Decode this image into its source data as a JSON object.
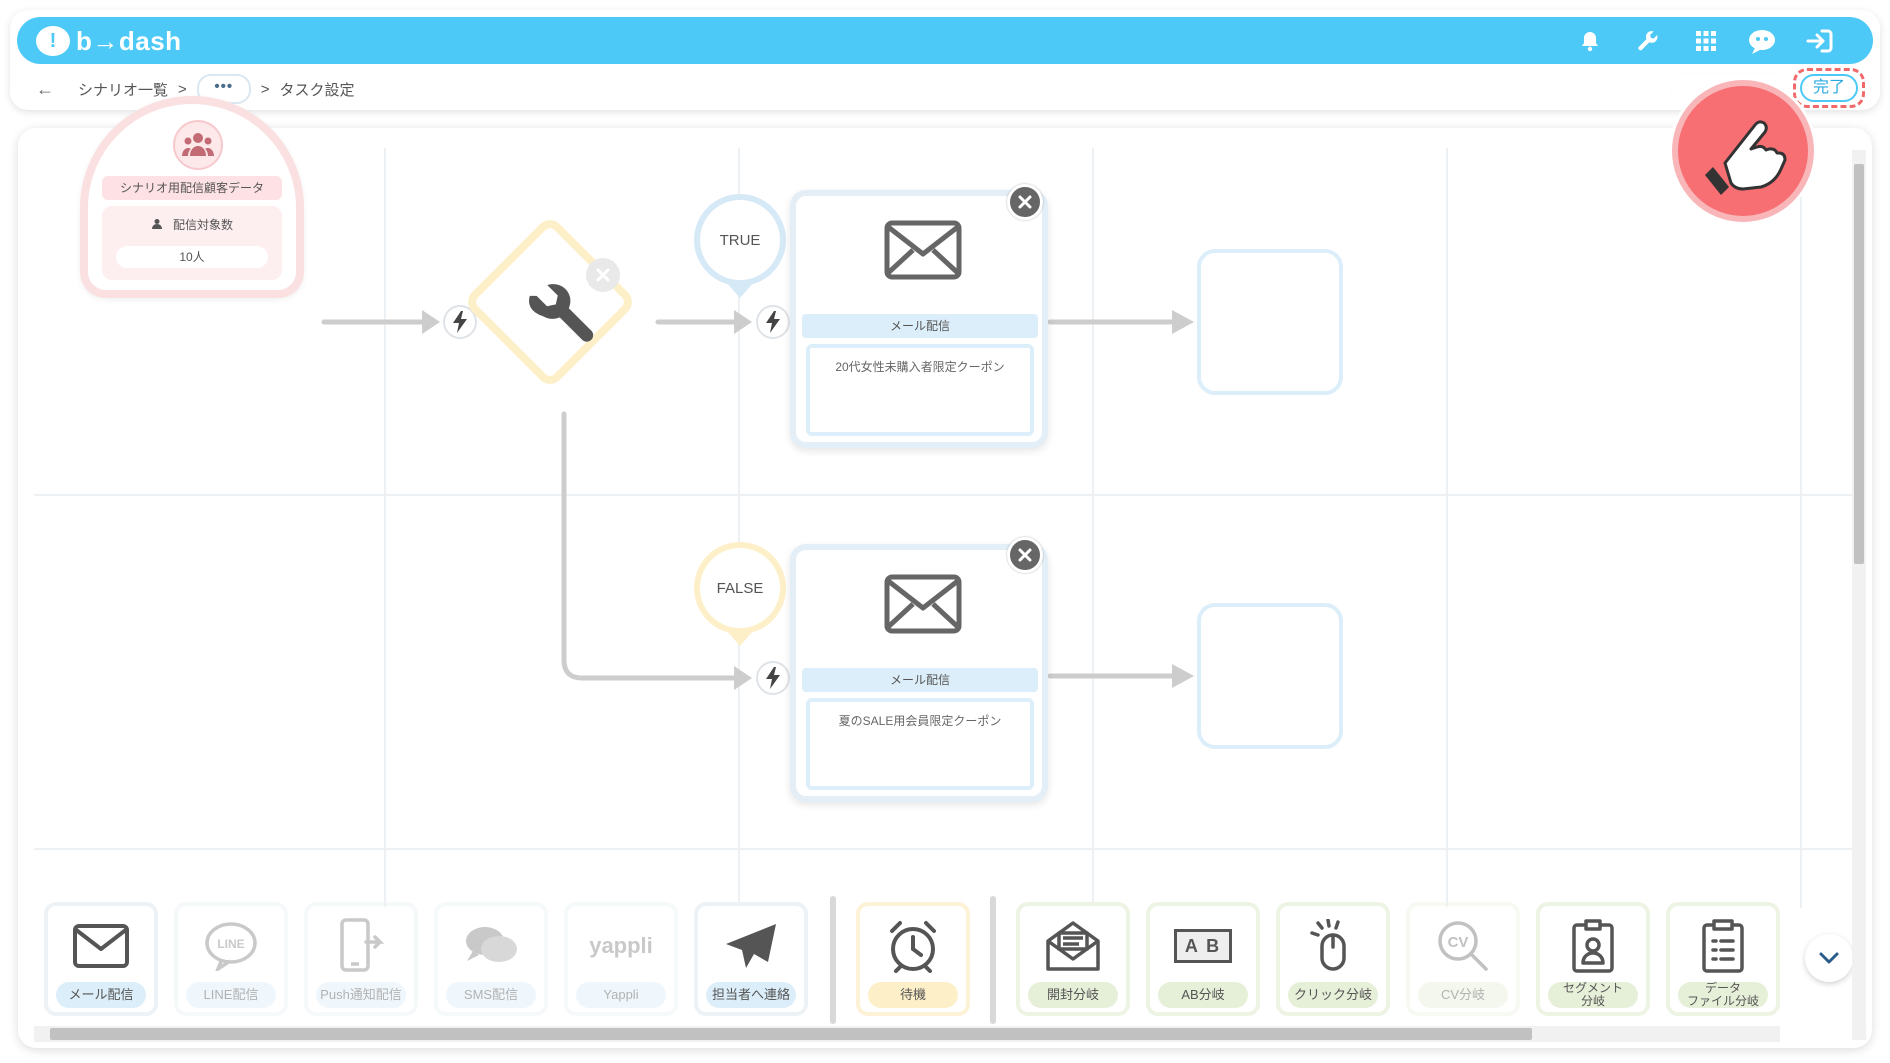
{
  "app": {
    "logo_text": "b→dash"
  },
  "header": {
    "icons": [
      "bell-icon",
      "wrench-icon",
      "grid-icon",
      "chatbot-icon",
      "logout-icon"
    ],
    "accent_color": "#4cc9f6"
  },
  "breadcrumb": {
    "back_icon": "←",
    "item1": "シナリオ一覧",
    "sep": ">",
    "ellipsis": "•••",
    "item3": "タスク設定"
  },
  "actions": {
    "done_label": "完了"
  },
  "flow": {
    "start_node": {
      "title": "シナリオ用配信顧客データ",
      "count_label": "配信対象数",
      "count_value": "10人"
    },
    "condition_true": "TRUE",
    "condition_false": "FALSE",
    "mail_true": {
      "type_label": "メール配信",
      "content": "20代女性未購入者限定クーポン"
    },
    "mail_false": {
      "type_label": "メール配信",
      "content": "夏のSALE用会員限定クーポン"
    }
  },
  "toolbar": {
    "items": [
      {
        "label": "メール配信",
        "icon": "mail-icon"
      },
      {
        "label": "LINE配信",
        "icon": "line-icon"
      },
      {
        "label": "Push通知配信",
        "icon": "push-icon"
      },
      {
        "label": "SMS配信",
        "icon": "sms-icon"
      },
      {
        "label": "Yappli",
        "icon": "yappli-icon",
        "icon_text": "yappli"
      },
      {
        "label": "担当者へ連絡",
        "icon": "paper-plane-icon"
      },
      {
        "label": "待機",
        "icon": "alarm-clock-icon"
      },
      {
        "label": "開封分岐",
        "icon": "open-mail-icon"
      },
      {
        "label": "AB分岐",
        "icon": "ab-icon",
        "icon_text": "A B"
      },
      {
        "label": "クリック分岐",
        "icon": "mouse-click-icon"
      },
      {
        "label": "CV分岐",
        "icon": "cv-icon",
        "icon_text": "CV"
      },
      {
        "label_line1": "セグメント",
        "label_line2": "分岐",
        "icon": "segment-icon"
      },
      {
        "label_line1": "データ",
        "label_line2": "ファイル分岐",
        "icon": "data-file-icon"
      }
    ],
    "line_icon_text": "LINE"
  }
}
